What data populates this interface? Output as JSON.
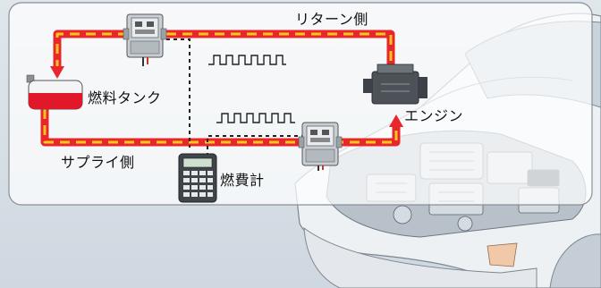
{
  "labels": {
    "return_side": "リターン側",
    "fuel_tank": "燃料タンク",
    "engine": "エンジン",
    "supply_side": "サプライ側",
    "fuel_meter": "燃費計"
  },
  "colors": {
    "pipe_red": "#e8262c",
    "pipe_yellow": "#f7c61b",
    "panel_bg": "#ffffff",
    "pulse_line": "#222222"
  },
  "icons": {
    "sensor": "flow-sensor-icon",
    "tank": "fuel-tank-icon",
    "engine": "engine-icon",
    "meter": "fuel-meter-icon",
    "car": "car-illustration"
  }
}
